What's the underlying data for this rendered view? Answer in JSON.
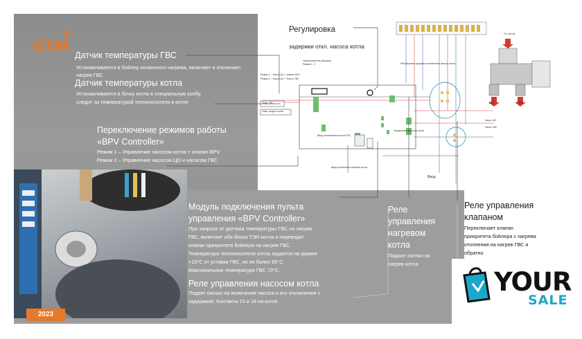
{
  "brand": {
    "logo_text": "GTM",
    "year": "2023"
  },
  "left": {
    "dhw_sensor_title": "Датчик температуры ГВС",
    "dhw_sensor_desc": "Устанавливается в бойлер косвенного нагрева, включает и отключает нагрев ГВС",
    "boiler_sensor_title": "Датчик температуры котла",
    "boiler_sensor_desc_1": "Устанавливается в бочку котла в специальную колбу,",
    "boiler_sensor_desc_2": "следит за температурой теплоносителя в котле",
    "mode_switch_title_1": "Переключение режимов работы",
    "mode_switch_title_2": "«BPV Controller»",
    "mode_1": "Режим 1 – Управление насосом котла + клапан BPV",
    "mode_2": "Режим 2 – Управление насосом ЦО и насосом ГВС"
  },
  "bottom": {
    "module_title_1": "Модуль подключения пульта",
    "module_title_2": "управления «BPV Controller»",
    "module_desc_1": "При запросе от датчика температуры ГВС на нагрев",
    "module_desc_2": "ГВС, включает оба блока ТЭН котла и переводит",
    "module_desc_3": "клапан приоритета бойлера на нагрев ГВС.",
    "module_desc_4": "Температура теплоносителя котла  задается на уровне",
    "module_desc_5": "+15°С от уставки ГВС, но не более 85°С.",
    "module_desc_6": "Максимальная температура ГВС 70°С.",
    "pump_relay_title": "Реле управления насосом котла",
    "pump_relay_desc_1": "Подает сигнал на включение насоса и его отключение с",
    "pump_relay_desc_2": "задержкой. Контакты 15 и 18 на котле.",
    "heat_relay_title_1": "Реле",
    "heat_relay_title_2": "управления",
    "heat_relay_title_3": "нагревом",
    "heat_relay_title_4": "котла",
    "heat_relay_desc_1": "Подают сигнал на",
    "heat_relay_desc_2": "нагрев котла",
    "valve_relay_title_1": "Реле управления",
    "valve_relay_title_2": "клапаном",
    "valve_relay_desc_1": "Переключает клапан",
    "valve_relay_desc_2": "приоритета бойлера с нагрева",
    "valve_relay_desc_3": "отопления на нагрев ГВС и",
    "valve_relay_desc_4": "обратно"
  },
  "schematic": {
    "regulation_title": "Регулировка",
    "regulation_sub": "задержки откл. насоса котла",
    "tiny_1": "Переключатель режимов",
    "tiny_2": "Режим 1 / 2",
    "tiny_3": "Режим 1 – Насос ЦО + клапан BPV",
    "tiny_4": "Режим 2 – Насос ЦО + Насос ГВС",
    "tiny_5": "Темп. ГВС",
    "tiny_6": "Темп. воды в котле",
    "tiny_7": "Ввод отключения насоса ГВС",
    "tiny_8": "Ввод отключения нагрева котла",
    "tiny_9": "Управление насосом котла",
    "tiny_10": "Регулировка задержки отключения насоса котла",
    "tiny_11": "Ввод",
    "tiny_12": "Насос ЦО",
    "tiny_13": "Насос ГВС",
    "valve_label_top": "От котла",
    "valve_label_co": "ЦО",
    "valve_label_gvs": "ГВС"
  },
  "watermark": {
    "your": "YOUR",
    "sale": "SALE"
  },
  "colors": {
    "accent": "#e6782a",
    "teal": "#1ba7c9",
    "panel": "#9a9a9a"
  }
}
